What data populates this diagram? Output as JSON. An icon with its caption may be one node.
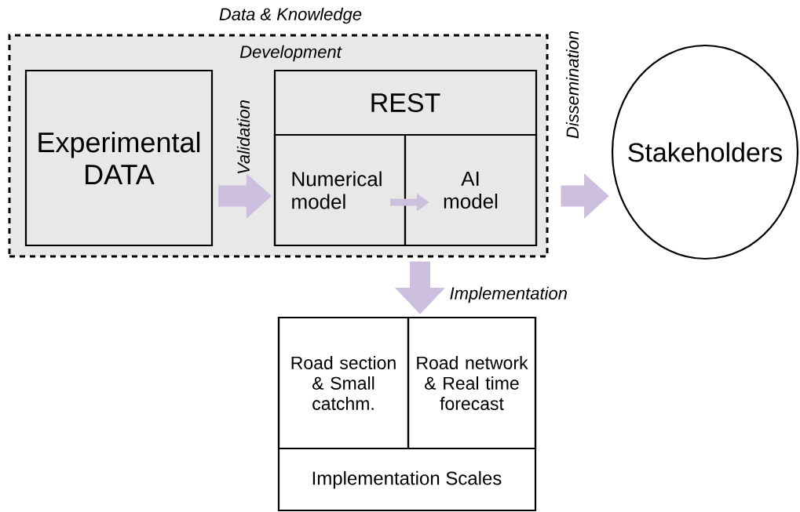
{
  "diagram": {
    "nodes": [
      {
        "text": [
          "Data & Knowledge",
          "Development"
        ]
      },
      {
        "text": [
          "Experimental DATA"
        ],
        "in": 0
      },
      {
        "text": [
          "REST"
        ],
        "in": 0
      },
      {
        "text": [
          "Numerical model"
        ],
        "in": 2
      },
      {
        "text": [
          "AI model"
        ],
        "in": 2
      },
      {
        "text": [
          "Stakeholders"
        ]
      },
      {
        "text": [
          "Implementation Scales"
        ]
      },
      {
        "text": [
          "Road section & Small catchm."
        ],
        "in": 6
      },
      {
        "text": [
          "Road network & Real time forecast"
        ],
        "in": 6
      }
    ],
    "edges": [
      {
        "from": 1,
        "to": 2,
        "arrow": "to",
        "label": "Validation"
      },
      {
        "from": 3,
        "to": 4,
        "arrow": "to"
      },
      {
        "from": 0,
        "to": 5,
        "arrow": "to",
        "label": "Dissemination"
      },
      {
        "from": 0,
        "to": 6,
        "arrow": "to",
        "label": "Implementation"
      }
    ]
  }
}
